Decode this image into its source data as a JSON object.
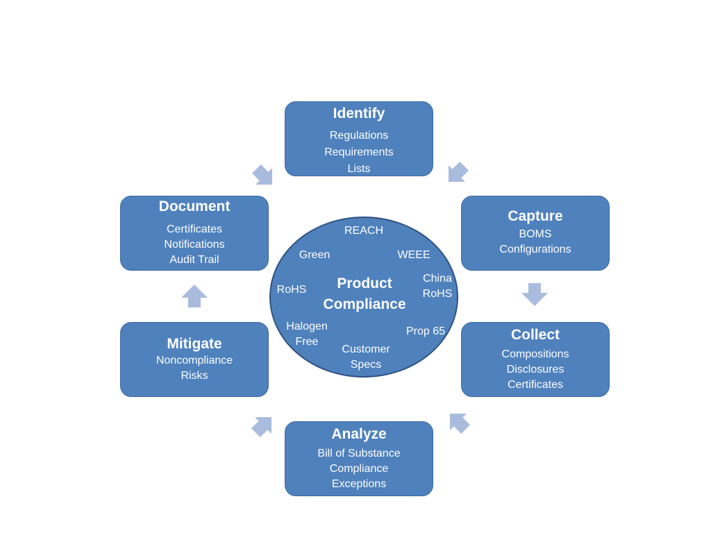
{
  "accent_color": "#4f81bd",
  "arrow_color": "#a9bcdd",
  "steps": {
    "identify": {
      "title": "Identify",
      "lines": [
        "Regulations",
        "Requirements",
        "Lists"
      ]
    },
    "capture": {
      "title": "Capture",
      "lines": [
        "BOMS",
        "Configurations"
      ]
    },
    "collect": {
      "title": "Collect",
      "lines": [
        "Compositions",
        "Disclosures",
        "Certificates"
      ]
    },
    "analyze": {
      "title": "Analyze",
      "lines": [
        "Bill of Substance",
        "Compliance",
        "Exceptions"
      ]
    },
    "mitigate": {
      "title": "Mitigate",
      "lines": [
        "Noncompliance",
        "Risks"
      ]
    },
    "document": {
      "title": "Document",
      "lines": [
        "Certificates",
        "Notifications",
        "Audit Trail"
      ]
    }
  },
  "hub": {
    "title_line1": "Product",
    "title_line2": "Compliance",
    "items": {
      "reach": [
        "REACH"
      ],
      "green": [
        "Green"
      ],
      "weee": [
        "WEEE"
      ],
      "rohs": [
        "RoHS"
      ],
      "china_rohs": [
        "China",
        "RoHS"
      ],
      "halogen_free": [
        "Halogen",
        "Free"
      ],
      "prop65": [
        "Prop 65"
      ],
      "customer_specs": [
        "Customer",
        "Specs"
      ]
    }
  }
}
